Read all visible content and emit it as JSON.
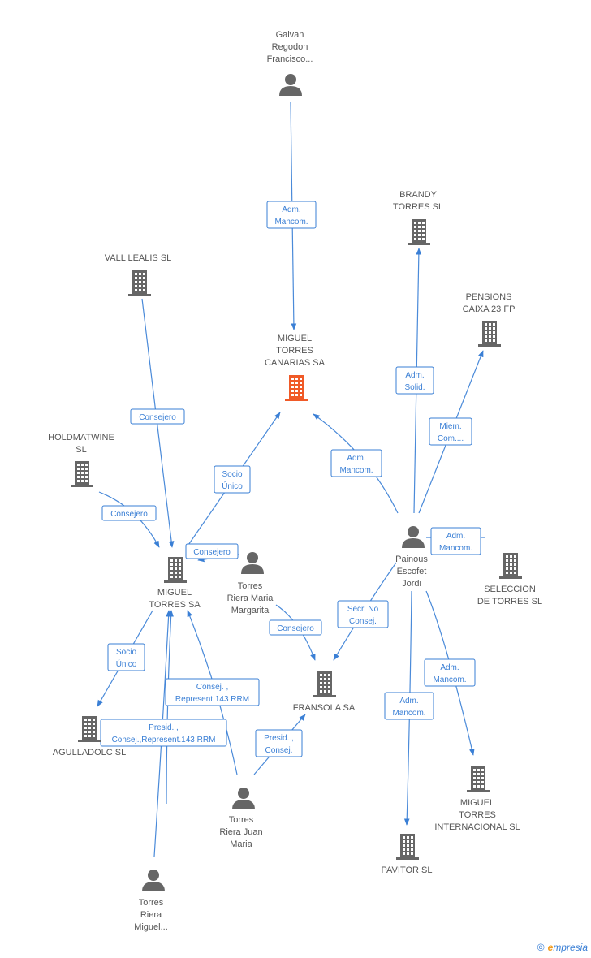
{
  "colors": {
    "edge": "#3a7fd5",
    "icon": "#666666",
    "highlight": "#f05a28",
    "label": "#555555"
  },
  "nodes": [
    {
      "id": "galvan",
      "type": "person",
      "lines": [
        "Galvan",
        "Regodon",
        "Francisco..."
      ]
    },
    {
      "id": "brandy",
      "type": "company",
      "lines": [
        "BRANDY",
        "TORRES SL"
      ]
    },
    {
      "id": "vall",
      "type": "company",
      "lines": [
        "VALL LEALIS SL"
      ]
    },
    {
      "id": "pensions",
      "type": "company",
      "lines": [
        "PENSIONS",
        "CAIXA 23 FP"
      ]
    },
    {
      "id": "mtcanarias",
      "type": "company",
      "highlight": true,
      "lines": [
        "MIGUEL",
        "TORRES",
        "CANARIAS SA"
      ]
    },
    {
      "id": "holdmatwine",
      "type": "company",
      "lines": [
        "HOLDMATWINE",
        "SL"
      ]
    },
    {
      "id": "painous",
      "type": "person",
      "lines": [
        "Painous",
        "Escofet",
        "Jordi"
      ]
    },
    {
      "id": "seleccion",
      "type": "company",
      "lines": [
        "SELECCION",
        "DE TORRES SL"
      ]
    },
    {
      "id": "mtsa",
      "type": "company",
      "lines": [
        "MIGUEL",
        "TORRES SA"
      ]
    },
    {
      "id": "trmargarita",
      "type": "person",
      "lines": [
        "Torres",
        "Riera Maria",
        "Margarita"
      ]
    },
    {
      "id": "fransola",
      "type": "company",
      "lines": [
        "FRANSOLA SA"
      ]
    },
    {
      "id": "agulladolc",
      "type": "company",
      "lines": [
        "AGULLADOLC SL"
      ]
    },
    {
      "id": "mtinternacional",
      "type": "company",
      "lines": [
        "MIGUEL",
        "TORRES",
        "INTERNACIONAL SL"
      ]
    },
    {
      "id": "trjuan",
      "type": "person",
      "lines": [
        "Torres",
        "Riera Juan",
        "Maria"
      ]
    },
    {
      "id": "pavitor",
      "type": "company",
      "lines": [
        "PAVITOR SL"
      ]
    },
    {
      "id": "trmiguel",
      "type": "person",
      "lines": [
        "Torres",
        "Riera",
        "Miguel..."
      ]
    }
  ],
  "edges": [
    {
      "id": "e1",
      "lines": [
        "Adm.",
        "Mancom."
      ]
    },
    {
      "id": "e2",
      "lines": [
        "Consejero"
      ]
    },
    {
      "id": "e3",
      "lines": [
        "Adm.",
        "Solid."
      ]
    },
    {
      "id": "e4",
      "lines": [
        "Miem.",
        "Com...."
      ]
    },
    {
      "id": "e5",
      "lines": [
        "Adm.",
        "Mancom."
      ]
    },
    {
      "id": "e6",
      "lines": [
        "Socio",
        "Único"
      ]
    },
    {
      "id": "e7",
      "lines": [
        "Consejero"
      ]
    },
    {
      "id": "e8",
      "lines": [
        "Consejero"
      ]
    },
    {
      "id": "e9",
      "lines": [
        "Adm.",
        "Mancom."
      ]
    },
    {
      "id": "e10",
      "lines": [
        "Secr.  No",
        "Consej."
      ]
    },
    {
      "id": "e11",
      "lines": [
        "Consejero"
      ]
    },
    {
      "id": "e12",
      "lines": [
        "Socio",
        "Único"
      ]
    },
    {
      "id": "e13",
      "lines": [
        "Consej. ,",
        "Represent.143 RRM"
      ]
    },
    {
      "id": "e14",
      "lines": [
        "Adm.",
        "Mancom."
      ]
    },
    {
      "id": "e15",
      "lines": [
        "Presid. ,",
        "Consej.,Represent.143 RRM"
      ]
    },
    {
      "id": "e16",
      "lines": [
        "Presid. ,",
        "Consej."
      ]
    },
    {
      "id": "e17",
      "lines": [
        "Adm.",
        "Mancom."
      ]
    }
  ],
  "footer": {
    "copyright": "©",
    "brand_initial": "e",
    "brand_rest": "mpresia"
  }
}
